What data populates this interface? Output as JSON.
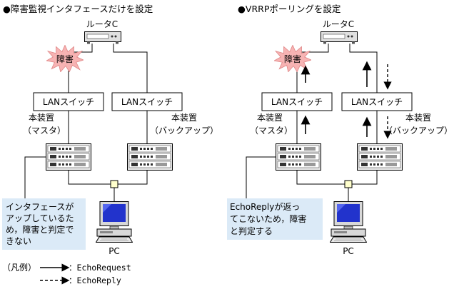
{
  "left": {
    "title": "●障害監視インタフェースだけを設定",
    "router_label": "ルータC",
    "fault_label": "障害",
    "switch1": "LANスイッチ",
    "switch2": "LANスイッチ",
    "dev1_line1": "本装置",
    "dev1_line2": "（マスタ）",
    "dev2_line1": "本装置",
    "dev2_line2": "（バックアップ）",
    "pc_label": "PC",
    "note": [
      "インタフェースが",
      "アップしているた",
      "め，障害と判定で",
      "きない"
    ]
  },
  "right": {
    "title": "●VRRPポーリングを設定",
    "router_label": "ルータC",
    "fault_label": "障害",
    "switch1": "LANスイッチ",
    "switch2": "LANスイッチ",
    "dev1_line1": "本装置",
    "dev1_line2": "（マスタ）",
    "dev2_line1": "本装置",
    "dev2_line2": "（バックアップ）",
    "pc_label": "PC",
    "note": [
      "EchoReplyが返っ",
      "てこないため，障害",
      "と判定する"
    ]
  },
  "legend": {
    "title": "（凡例）",
    "solid": "：EchoRequest",
    "dashed": "：EchoReply"
  },
  "colors": {
    "note_bg": "#dbeaf7",
    "burst": "#f7b3b3",
    "pc_screen": "#2233cc",
    "junction": "#ffffcc"
  }
}
